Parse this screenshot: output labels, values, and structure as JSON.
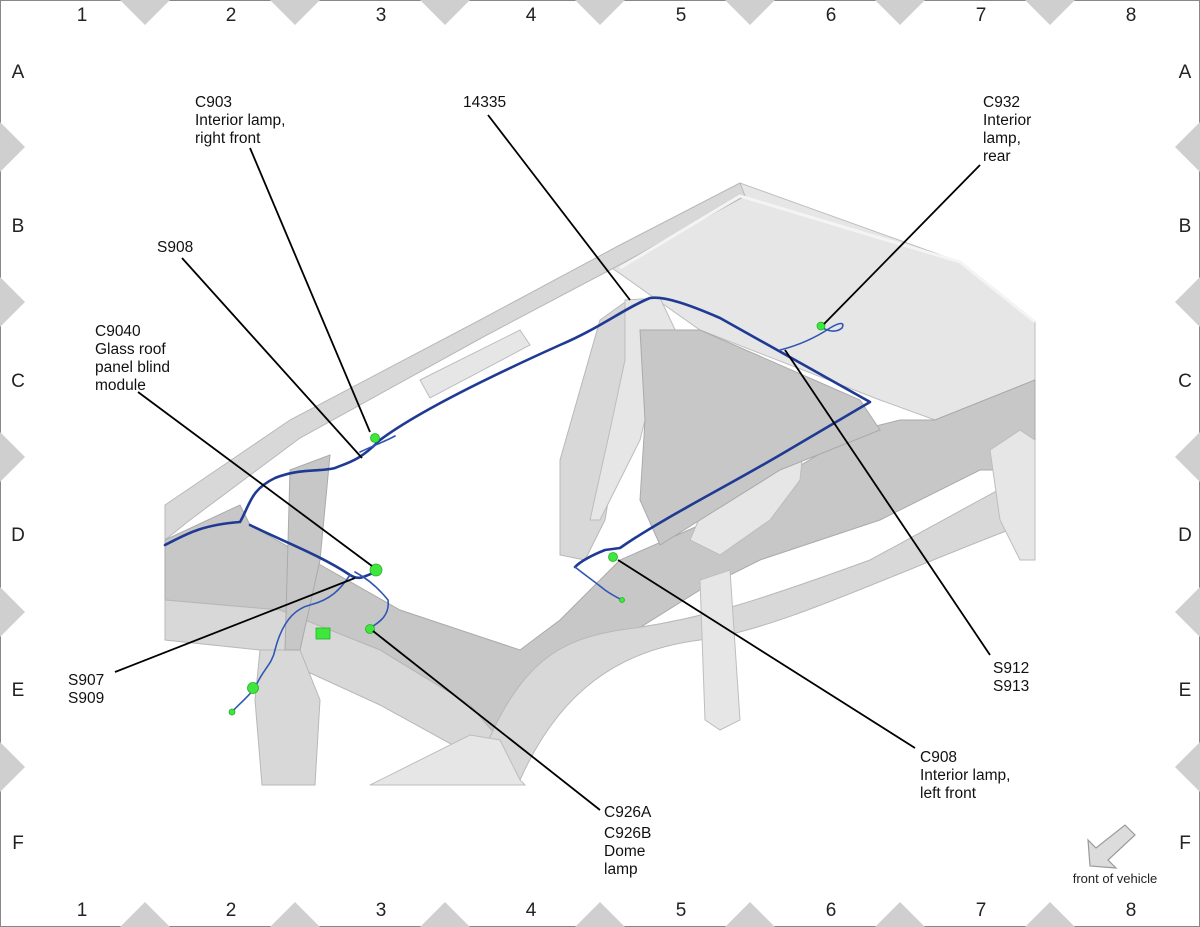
{
  "grid": {
    "columns": [
      "1",
      "2",
      "3",
      "4",
      "5",
      "6",
      "7",
      "8"
    ],
    "rows": [
      "A",
      "B",
      "C",
      "D",
      "E",
      "F"
    ]
  },
  "callouts": {
    "c903": [
      "C903",
      "Interior lamp,",
      "right front"
    ],
    "p14335": [
      "14335"
    ],
    "c932": [
      "C932",
      "Interior",
      "lamp,",
      "rear"
    ],
    "s908": [
      "S908"
    ],
    "c9040": [
      "C9040",
      "Glass roof",
      "panel blind",
      "module"
    ],
    "s907": [
      "S907",
      "S909"
    ],
    "s912": [
      "S912",
      "S913"
    ],
    "c908": [
      "C908",
      "Interior lamp,",
      "left front"
    ],
    "c926": [
      "C926A",
      "C926B",
      "Dome",
      "lamp"
    ]
  },
  "front_of_vehicle": "front of vehicle",
  "colors": {
    "harness": "#1f3a93",
    "connector": "#3ee63e",
    "body": "#d8d8d8",
    "border_marker": "#cfcfcf"
  },
  "icons": {
    "front_arrow": "arrow-down-left-icon"
  }
}
